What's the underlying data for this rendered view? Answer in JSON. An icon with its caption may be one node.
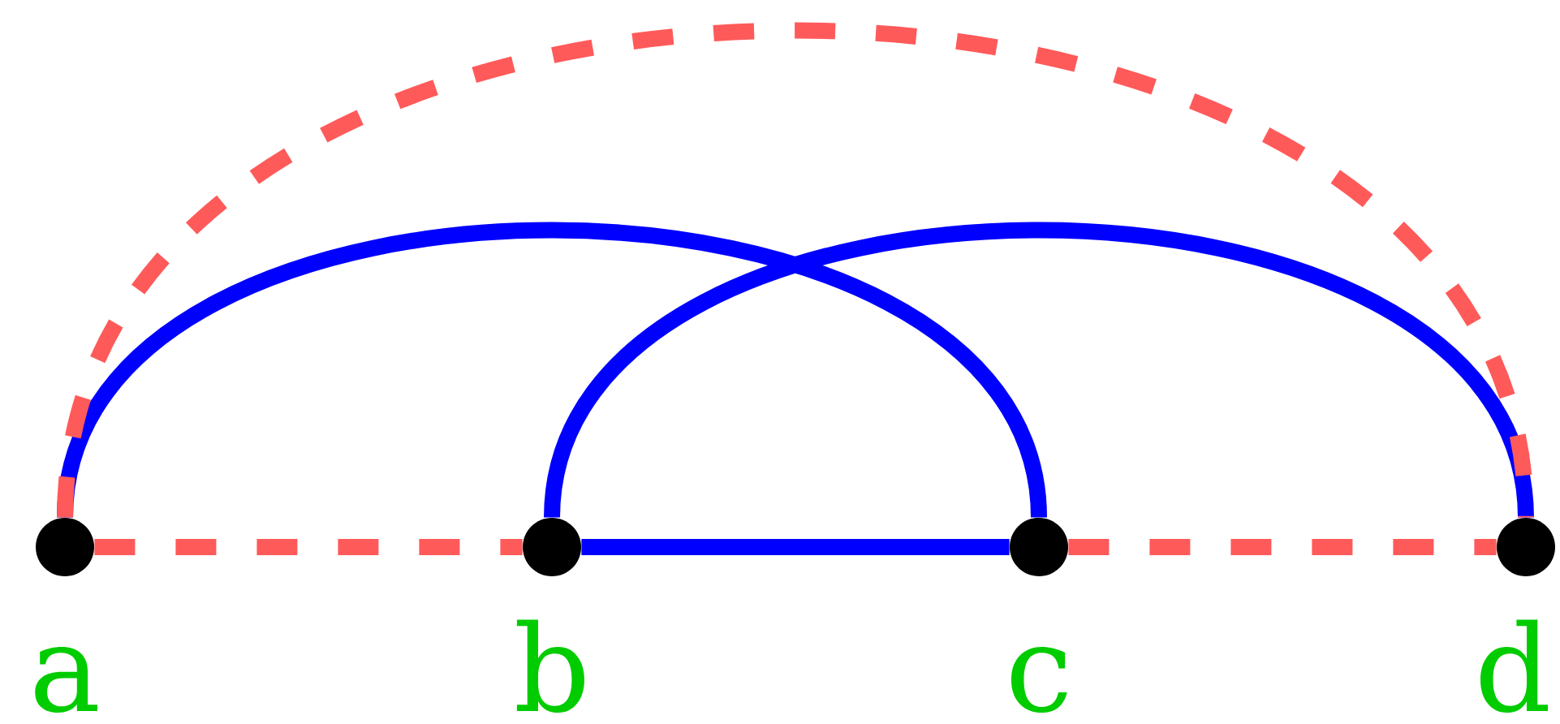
{
  "diagram": {
    "nodes": [
      {
        "text": [],
        "shape": "circle",
        "beside": [
          "a"
        ]
      },
      {
        "text": [],
        "shape": "circle",
        "beside": [
          "b"
        ]
      },
      {
        "text": [],
        "shape": "circle",
        "beside": [
          "c"
        ]
      },
      {
        "text": [],
        "shape": "circle",
        "beside": [
          "d"
        ]
      }
    ],
    "edges": [
      {
        "from": 0,
        "to": 1,
        "arrow": "none",
        "style": "dashed",
        "color": "#ff5a5a"
      },
      {
        "from": 1,
        "to": 2,
        "arrow": "none",
        "color": "#0000ff"
      },
      {
        "from": 2,
        "to": 3,
        "arrow": "none",
        "style": "dashed",
        "color": "#ff5a5a"
      },
      {
        "from": 0,
        "to": 2,
        "arrow": "none",
        "color": "#0000ff"
      },
      {
        "from": 1,
        "to": 3,
        "arrow": "none",
        "color": "#0000ff"
      },
      {
        "from": 0,
        "to": 3,
        "arrow": "none",
        "style": "dashed",
        "color": "#ff5a5a"
      }
    ]
  }
}
